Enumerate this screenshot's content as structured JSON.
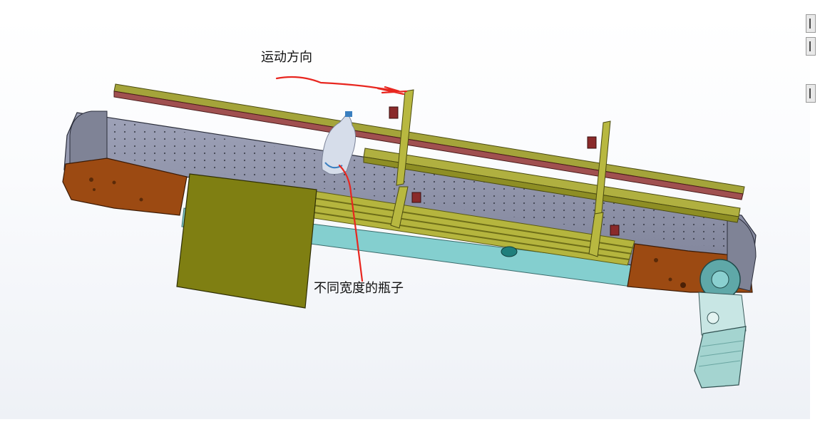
{
  "annotations": {
    "direction_label": "运动方向",
    "bottle_label": "不同宽度的瓶子"
  },
  "colors": {
    "annotation_red": "#e8261f",
    "belt": "#8d92a8",
    "frame_rail": "#9a9a3a",
    "end_plate": "#9c4a12",
    "guard_plate": "#7f7f12",
    "base_cyan": "#7fc8c8",
    "motor": "#a4d4d0"
  },
  "toolbar": {
    "buttons": [
      "toolbar-button-1",
      "toolbar-button-2",
      "toolbar-button-3"
    ]
  }
}
